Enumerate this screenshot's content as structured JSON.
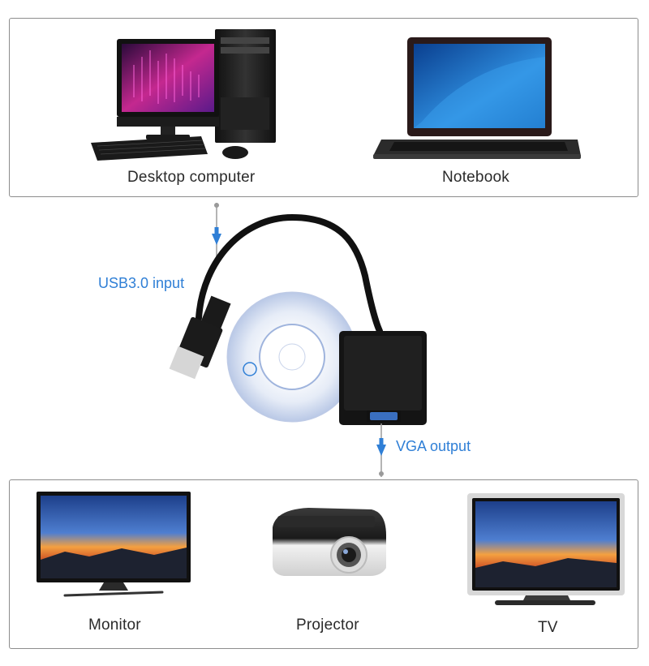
{
  "source_devices": {
    "desktop": {
      "label": "Desktop computer",
      "icon": "desktop-computer-icon"
    },
    "notebook": {
      "label": "Notebook",
      "icon": "notebook-icon"
    }
  },
  "adapter": {
    "input_label": "USB3.0 input",
    "output_label": "VGA output"
  },
  "output_devices": {
    "monitor": {
      "label": "Monitor",
      "icon": "monitor-icon"
    },
    "projector": {
      "label": "Projector",
      "icon": "projector-icon"
    },
    "tv": {
      "label": "TV",
      "icon": "tv-icon"
    }
  },
  "colors": {
    "accent": "#2f7fd6",
    "line": "#9a9a9a",
    "border": "#8d8d8d"
  }
}
